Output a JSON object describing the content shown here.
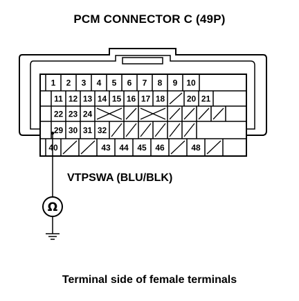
{
  "header": {
    "title": "PCM CONNECTOR C (49P)"
  },
  "connector": {
    "rows": [
      [
        {
          "label": "1"
        },
        {
          "label": "2"
        },
        {
          "label": "3"
        },
        {
          "label": "4"
        },
        {
          "label": "5"
        },
        {
          "label": "6"
        },
        {
          "label": "7"
        },
        {
          "label": "8"
        },
        {
          "label": "9"
        },
        {
          "label": "10"
        }
      ],
      [
        {
          "label": "11"
        },
        {
          "label": "12"
        },
        {
          "label": "13"
        },
        {
          "label": "14"
        },
        {
          "label": "15"
        },
        {
          "label": "16"
        },
        {
          "label": "17"
        },
        {
          "label": "18"
        },
        {
          "label": "",
          "type": "slash"
        },
        {
          "label": "20"
        },
        {
          "label": "21"
        }
      ],
      [
        {
          "label": "22"
        },
        {
          "label": "23"
        },
        {
          "label": "24"
        },
        {
          "label": "",
          "type": "cross"
        },
        {
          "label": "",
          "type": "slash"
        },
        {
          "label": "",
          "type": "cross"
        },
        {
          "label": "",
          "type": "slash"
        },
        {
          "label": "",
          "type": "slash"
        },
        {
          "label": "",
          "type": "slash"
        },
        {
          "label": "",
          "type": "slash"
        }
      ],
      [
        {
          "label": "29",
          "highlight": true
        },
        {
          "label": "30"
        },
        {
          "label": "31"
        },
        {
          "label": "32"
        },
        {
          "label": "",
          "type": "slash"
        },
        {
          "label": "",
          "type": "slash"
        },
        {
          "label": "",
          "type": "slash"
        },
        {
          "label": "",
          "type": "slash"
        },
        {
          "label": "",
          "type": "slash"
        },
        {
          "label": "",
          "type": "slash"
        }
      ],
      [
        {
          "label": "40"
        },
        {
          "label": "",
          "type": "slash"
        },
        {
          "label": "",
          "type": "slash"
        },
        {
          "label": "43"
        },
        {
          "label": "44"
        },
        {
          "label": "45"
        },
        {
          "label": "46"
        },
        {
          "label": "",
          "type": "slash"
        },
        {
          "label": "48"
        },
        {
          "label": "",
          "type": "slash"
        }
      ]
    ]
  },
  "signal": {
    "label": "VTPSWA (BLU/BLK)"
  },
  "meter": {
    "symbol": "Ω",
    "icon": "ohmmeter-icon"
  },
  "ground": {
    "icon": "ground-icon"
  },
  "caption": {
    "text": "Terminal side of female terminals"
  }
}
